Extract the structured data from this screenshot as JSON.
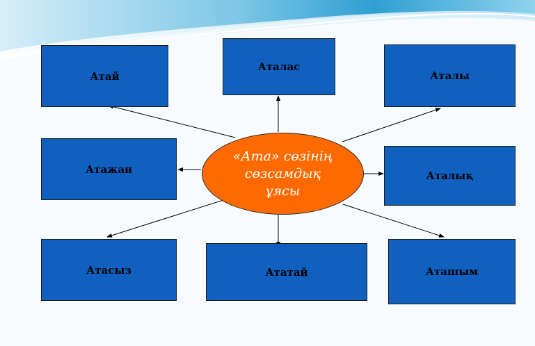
{
  "hub": {
    "line1": "«Ата» сөзінің",
    "line2": "сөзсамдық",
    "line3": "ұясы"
  },
  "nodes": {
    "atai": "Атай",
    "atalas": "Аталас",
    "ataly": "Аталы",
    "atazhan": "Атажан",
    "atalyk": "Аталық",
    "atasyz": "Атасыз",
    "atatai": "Ататай",
    "atashym": "Аташым"
  },
  "colors": {
    "hub_fill": "#ff6a00",
    "box_fill": "#1060c0",
    "header_accent": "#4fb0d8"
  }
}
